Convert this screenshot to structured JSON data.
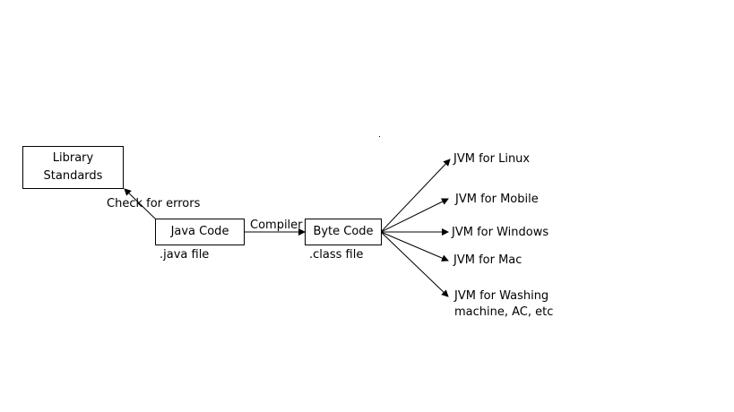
{
  "nodes": {
    "library_standards": {
      "line1": "Library",
      "line2": "Standards"
    },
    "java_code": {
      "label": "Java Code",
      "caption": ".java file"
    },
    "byte_code": {
      "label": "Byte Code",
      "caption": ".class file"
    }
  },
  "edges": {
    "check_label": "Check for errors",
    "compiler_label": "Compiler"
  },
  "jvms": {
    "linux": "JVM for Linux",
    "mobile": "JVM for Mobile",
    "windows": "JVM for Windows",
    "mac": "JVM for Mac",
    "washing_line1": "JVM for Washing",
    "washing_line2": "machine, AC, etc"
  }
}
